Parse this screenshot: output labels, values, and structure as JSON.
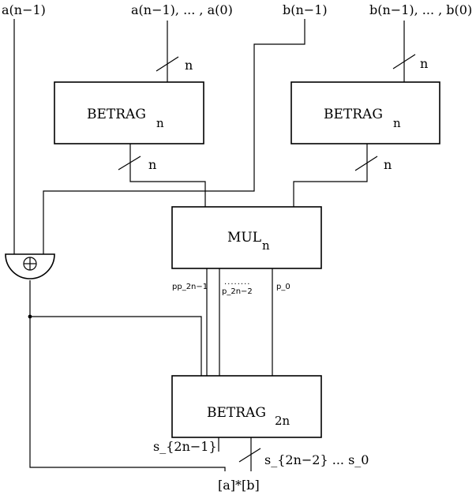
{
  "inputs": {
    "a_sign": "a(n−1)",
    "a_bus": "a(n−1), ... , a(0)",
    "b_sign": "b(n−1)",
    "b_bus": "b(n−1), ... , b(0)"
  },
  "blocks": {
    "betrag_a": {
      "name": "BETRAG",
      "sub": "n"
    },
    "betrag_b": {
      "name": "BETRAG",
      "sub": "n"
    },
    "mul": {
      "name": "MUL",
      "sub": "n"
    },
    "betrag_out": {
      "name": "BETRAG",
      "sub": "2n"
    }
  },
  "bus_widths": {
    "a_in": "n",
    "b_in": "n",
    "a_out": "n",
    "b_out": "n"
  },
  "mul_outputs": {
    "pp_high": "pp_2n−1",
    "p_mid": "p_2n−2",
    "p_low": "p_0",
    "dots": "........"
  },
  "outputs": {
    "s_high": "s_{2n−1}",
    "s_rest": "s_{2n−2} ... s_0",
    "result": "[a]*[b]"
  },
  "xor_symbol": "⊕"
}
